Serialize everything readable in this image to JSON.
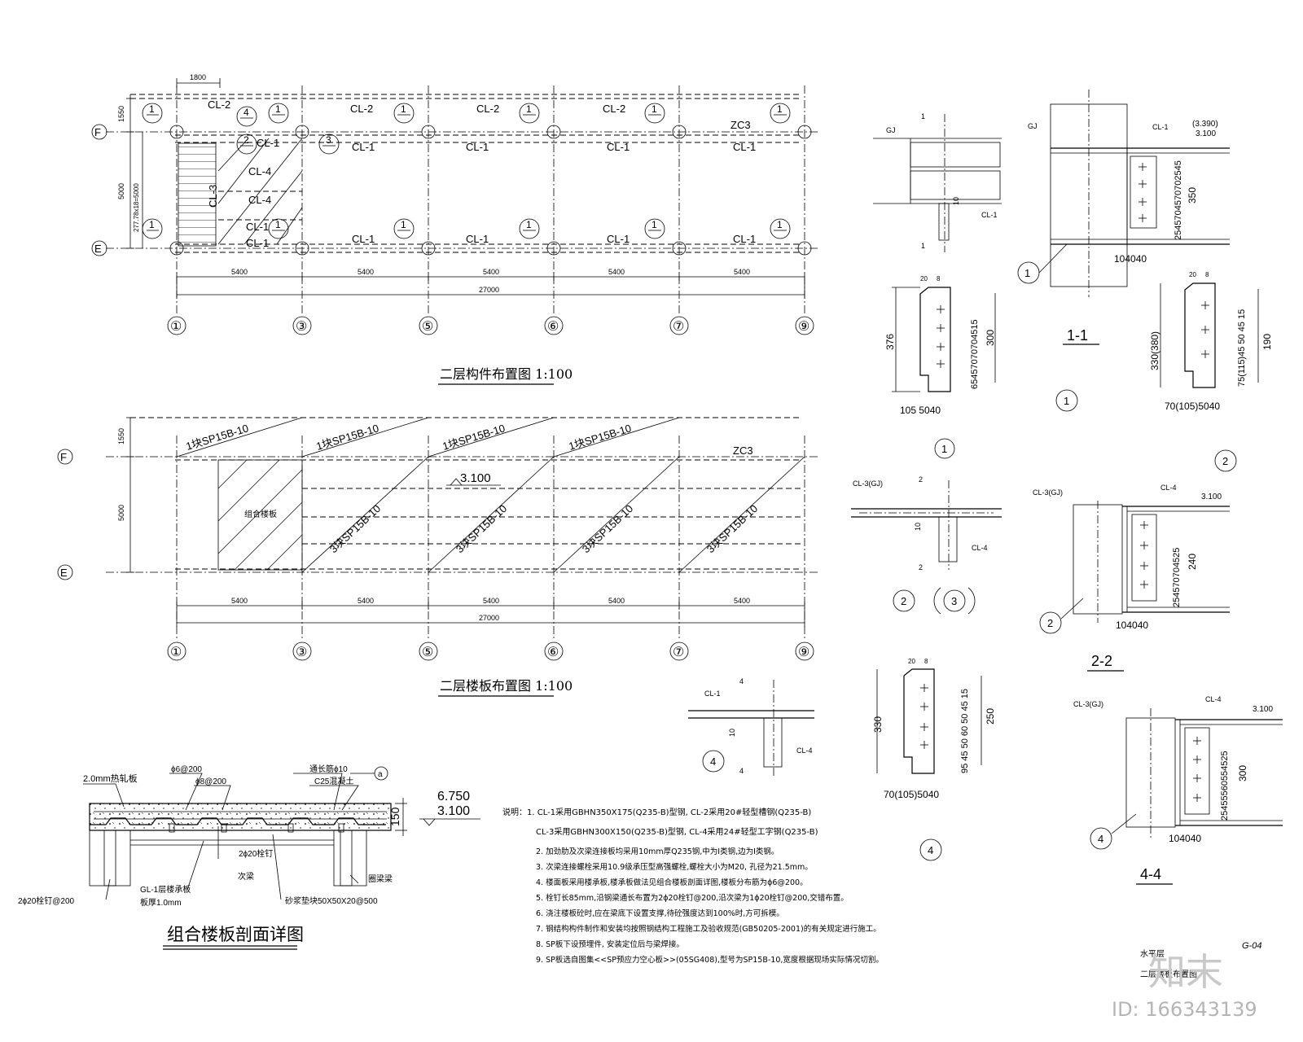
{
  "plan1": {
    "title": "二层构件布置图 1:100",
    "axes_top": [
      "①",
      "③",
      "⑤",
      "⑥",
      "⑦",
      "⑨"
    ],
    "row_labels": [
      "F",
      "E"
    ],
    "dims_span": [
      "5400",
      "5400",
      "5400",
      "5400",
      "5400"
    ],
    "dim_total": "27000",
    "dim_top": "1800",
    "dim_left_top": "1550",
    "dim_left_mid": "5000",
    "dim_stair": "277.78x18=5000",
    "beam_top": [
      "CL-2",
      "CL-2",
      "CL-2",
      "CL-2"
    ],
    "beam_mid": [
      "CL-1",
      "CL-1",
      "CL-1",
      "CL-1",
      "CL-1"
    ],
    "beam_bot": [
      "CL-1",
      "CL-1",
      "CL-1",
      "CL-1",
      "CL-1"
    ],
    "zc": "ZC3",
    "cl3": "CL-3",
    "cl4": [
      "CL-4",
      "CL-4"
    ],
    "cl1_small": [
      "CL-1",
      "CL-1"
    ],
    "callouts": [
      "1",
      "1",
      "1",
      "1",
      "1",
      "1",
      "1",
      "1",
      "1",
      "1",
      "1",
      "1",
      "2",
      "3",
      "4"
    ]
  },
  "plan2": {
    "title": "二层楼板布置图 1:100",
    "axes": [
      "①",
      "③",
      "⑤",
      "⑥",
      "⑦",
      "⑨"
    ],
    "row_labels": [
      "F",
      "E"
    ],
    "dims_span": [
      "5400",
      "5400",
      "5400",
      "5400",
      "5400"
    ],
    "dim_total": "27000",
    "dim_left_top": "1550",
    "dim_left_mid": "5000",
    "top_slabs": [
      "1块SP15B-10",
      "1块SP15B-10",
      "1块SP15B-10",
      "1块SP15B-10"
    ],
    "main_slabs": [
      "3块SP15B-10",
      "3块SP15B-10",
      "3块SP15B-10",
      "3块SP15B-10"
    ],
    "composite": "组合楼板",
    "elev": "3.100",
    "zc": "ZC3"
  },
  "detail_1_1": {
    "label": "1-1",
    "gj": "GJ",
    "cl1": "CL-1",
    "elev1": "(3.390)",
    "elev2": "3.100",
    "dims_v": "2545704570702545",
    "dim_h": "350",
    "dim_bot": "104040",
    "callout": "1"
  },
  "detail_top_elev": {
    "gj": "GJ",
    "cl1": "CL-1",
    "dim": "10",
    "mark": "1"
  },
  "plate_1": {
    "callout": "1",
    "h": "376",
    "inner": "300",
    "bolts": "65457070704515",
    "bot": "105  5040",
    "bevel": "20",
    "weld": "8"
  },
  "plate_1b": {
    "callout": "1",
    "label": "1"
  },
  "plate_2": {
    "callout": "2",
    "h": "330(380)",
    "inner": "190",
    "bolts": "75(115)45 50 45 15",
    "bot": "70(105)5040"
  },
  "detail_23": {
    "cl3": "CL-3(GJ)",
    "cl4": "CL-4",
    "mark": "2",
    "dim": "10",
    "callouts": [
      "2",
      "3"
    ]
  },
  "detail_2_2": {
    "label": "2-2",
    "cl3": "CL-3(GJ)",
    "cl4": "CL-4",
    "elev": "3.100",
    "dims_v": "254570704525",
    "dim_h": "240",
    "dim_bot": "104040",
    "callout": "2"
  },
  "detail_4": {
    "cl1": "CL-1",
    "cl4": "CL-4",
    "mark": "4",
    "dim": "10",
    "callout": "4"
  },
  "plate_4": {
    "callout": "4",
    "h": "330",
    "inner": "250",
    "bolts": "95 45 50 60 50 45 15",
    "bot": "70(105)5040"
  },
  "detail_4_4": {
    "label": "4-4",
    "cl3": "CL-3(GJ)",
    "cl4": "CL-4",
    "elev": "3.100",
    "dims_v": "25455560554525",
    "dim_h": "300",
    "dim_bot": "104040",
    "callout": "4"
  },
  "section": {
    "title": "组合楼板剖面详图",
    "labels": {
      "steel_sheet": "2.0mm热轧板",
      "rebar1": "ϕ6@200",
      "rebar2": "ϕ8@200",
      "anchor": "通长筋ϕ10",
      "concrete": "C25混凝土",
      "stud1": "2ϕ20栓钉",
      "stud2": "2ϕ20栓钉@200",
      "cl_beam": "GL-1层楼承板",
      "thick": "板厚1.0mm",
      "sub_beam": "次梁",
      "mortar": "砂浆垫块50X50X20@500",
      "edge_beam": "圈梁梁",
      "marker": "a"
    },
    "dim": "150",
    "elev_top": "6.750",
    "elev_bot": "3.100"
  },
  "notes": [
    "说明：1.  CL-1采用GBHN350X175(Q235-B)型钢, CL-2采用20#轻型槽钢(Q235-B)",
    "CL-3采用GBHN300X150(Q235-B)型钢, CL-4采用24#轻型工字钢(Q235-B)",
    "2.  加劲肋及次梁连接板均采用10mm厚Q235钢,中为I类钢,边为I类钢。",
    "3.  次梁连接螺栓采用10.9级承压型高强螺栓,螺栓大小为M20, 孔径为21.5mm。",
    "4.  楼面板采用楼承板,楼承板做法见组合楼板剖面详图,楼板分布筋为ϕ6@200。",
    "5.  栓钉长85mm,沿钢梁通长布置为2ϕ20栓钉@200,沿次梁为1ϕ20栓钉@200,交错布置。",
    "6.  浇注楼板砼时,应在梁底下设置支撑,待砼强度达到100%时,方可拆模。",
    "7.  钢结构构件制作和安装均按照钢结构工程施工及验收规范(GB50205-2001)的有关规定进行施工。",
    "8.  SP板下设预埋件, 安装定位后与梁焊接。",
    "9.  SP板选自图集<<SP预应力空心板>>(05SG408),型号为SP15B-10,宽度根据现场实际情况切割。"
  ],
  "sheet": {
    "number": "G-04",
    "t1": "水平层",
    "t2": "二层楼板布置图"
  },
  "watermark": {
    "brand": "知末",
    "id": "ID: 166343139"
  }
}
